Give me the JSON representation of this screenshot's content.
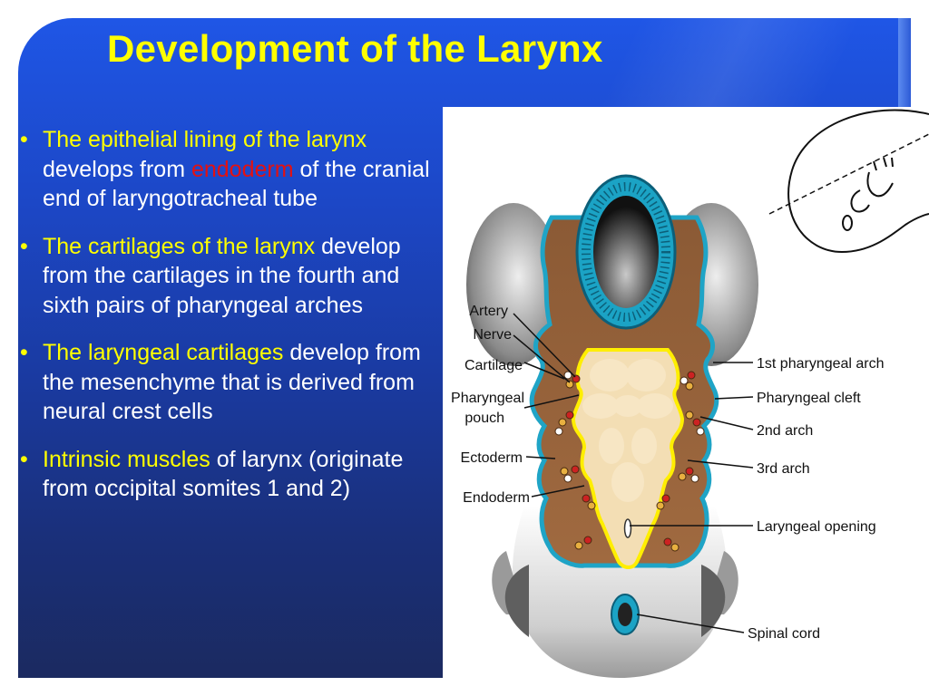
{
  "slide": {
    "title": "Development of the Larynx",
    "bullets": [
      {
        "segments": [
          {
            "text": "The epithelial lining of the larynx",
            "color": "yellow"
          },
          {
            "text": " develops from ",
            "color": "white"
          },
          {
            "text": "endoderm",
            "color": "red"
          },
          {
            "text": " of the cranial end of laryngotracheal tube",
            "color": "white"
          }
        ]
      },
      {
        "segments": [
          {
            "text": "The cartilages of the larynx",
            "color": "yellow"
          },
          {
            "text": " develop from the cartilages in the fourth and sixth pairs of pharyngeal arches",
            "color": "white"
          }
        ]
      },
      {
        "segments": [
          {
            "text": "The laryngeal cartilages",
            "color": "yellow"
          },
          {
            "text": " develop from the mesenchyme that is derived from neural crest cells",
            "color": "white"
          }
        ]
      },
      {
        "segments": [
          {
            "text": "Intrinsic muscles",
            "color": "yellow"
          },
          {
            "text": " of larynx (originate from occipital somites 1 and 2)",
            "color": "white"
          }
        ]
      }
    ]
  },
  "figure": {
    "labels_left": [
      "Artery",
      "Nerve",
      "Cartilage",
      "Pharyngeal",
      "pouch",
      "Ectoderm",
      "Endoderm"
    ],
    "labels_right": [
      "1st pharyngeal arch",
      "Pharyngeal cleft",
      "2nd arch",
      "3rd arch",
      "Laryngeal opening",
      "Spinal cord"
    ]
  },
  "colors": {
    "title": "#ffff00",
    "highlight": "#ffff00",
    "endoderm_text": "#e31111",
    "body_text": "#ffffff",
    "background_top": "#1f56e6",
    "background_bottom": "#1b2a60"
  }
}
